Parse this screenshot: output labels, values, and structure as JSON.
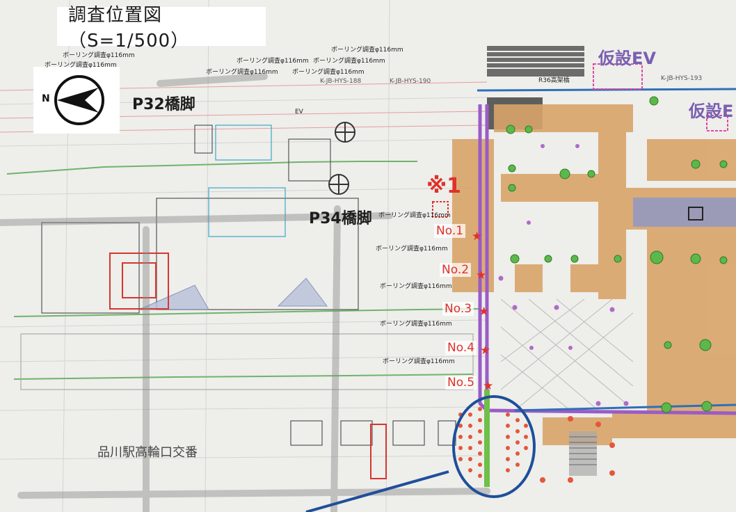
{
  "title": "調査位置図（S=1/500）",
  "compass": {
    "north_letter": "N",
    "icon": "north-arrow-icon"
  },
  "labels": {
    "pier_p32": "P32橋脚",
    "pier_p34": "P34橋脚",
    "temp_ev_1": "仮設EV",
    "temp_ev_2": "仮設E",
    "koban": "品川駅高輪口交番",
    "note_1": "※1",
    "r36": "R36高架橋",
    "ev_box": "EV"
  },
  "boring_labels": [
    "ボーリング調査φ116mm",
    "ボーリング調査φ116mm",
    "ボーリング調査φ116mm",
    "ボーリング調査φ116mm",
    "ボーリング調査φ116mm",
    "ボーリング調査φ116mm",
    "ボーリング調査φ116mm",
    "ボーリング調査φ116mm",
    "ボーリング調査φ116mm",
    "ボーリング調査φ116mm",
    "ボーリング調査φ116mm",
    "ボーリング調査φ116mm"
  ],
  "survey_points": [
    {
      "label": "No.1",
      "marker": "star"
    },
    {
      "label": "No.2",
      "marker": "star"
    },
    {
      "label": "No.3",
      "marker": "star"
    },
    {
      "label": "No.4",
      "marker": "star"
    },
    {
      "label": "No.5",
      "marker": "star"
    }
  ],
  "codes": [
    "K-JB-HYS-188",
    "K-JB-HYS-190",
    "K-JB-HYS-193"
  ],
  "colors": {
    "survey_red": "#e0312a",
    "purple_line": "#9a5cc6",
    "orange_fill": "#d9a46a",
    "green_dot": "#5cb84a",
    "blue_line": "#2f6fb7",
    "circle_blue": "#1f4f9a"
  }
}
